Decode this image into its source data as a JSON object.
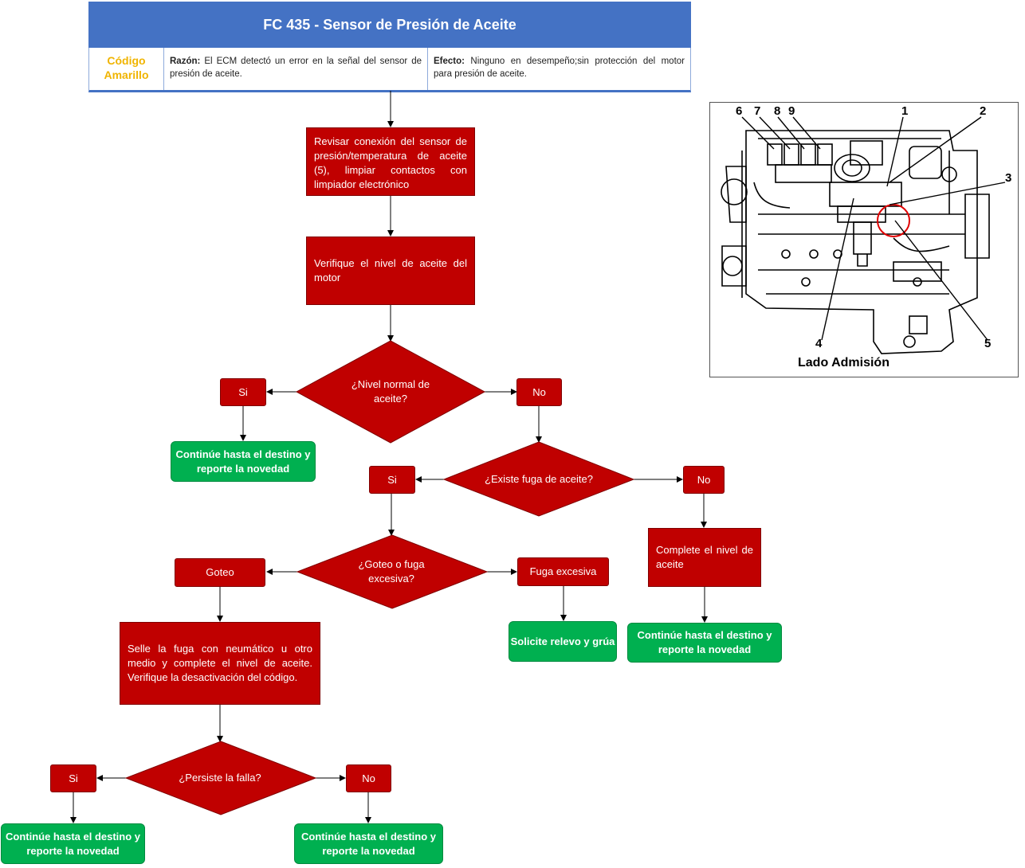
{
  "header": {
    "title": "FC 435 - Sensor de Presión de Aceite",
    "code_label": "Código Amarillo",
    "reason_label": "Razón:",
    "reason_text": "El ECM detectó un error en la señal del sensor de presión de aceite.",
    "effect_label": "Efecto:",
    "effect_text": "Ninguno en desempeño;sin protección del motor para presión de aceite."
  },
  "colors": {
    "header_blue": "#4472c4",
    "process_red": "#c00000",
    "terminal_green": "#00b050",
    "code_yellow": "#f0b400"
  },
  "flow": {
    "step1": "Revisar conexión del sensor de presión/temperatura de aceite (5), limpiar contactos con limpiador electrónico",
    "step2": "Verifique el nivel de aceite del motor",
    "decision1": "¿Nivel normal de aceite?",
    "d1_yes": "Si",
    "d1_no": "No",
    "d1_yes_result": "Continúe hasta el destino y reporte la novedad",
    "decision2": "¿Existe fuga de aceite?",
    "d2_yes": "Si",
    "d2_no": "No",
    "d2_no_action": "Complete el nivel de aceite",
    "d2_no_result": "Continúe hasta el destino y reporte la novedad",
    "decision3": "¿Goteo o fuga excesiva?",
    "d3_left": "Goteo",
    "d3_right": "Fuga excesiva",
    "d3_right_result": "Solicite relevo y grúa",
    "d3_left_action": "Selle la fuga con neumático u otro medio y complete el nivel de aceite. Verifique la desactivación del código.",
    "decision4": "¿Persiste la falla?",
    "d4_yes": "Si",
    "d4_no": "No",
    "d4_yes_result": "Continúe hasta el destino y reporte la novedad",
    "d4_no_result": "Continúe hasta el destino y reporte la novedad"
  },
  "engine_image": {
    "caption": "Lado Admisión",
    "labels": [
      "1",
      "2",
      "3",
      "4",
      "5",
      "6",
      "7",
      "8",
      "9"
    ]
  }
}
